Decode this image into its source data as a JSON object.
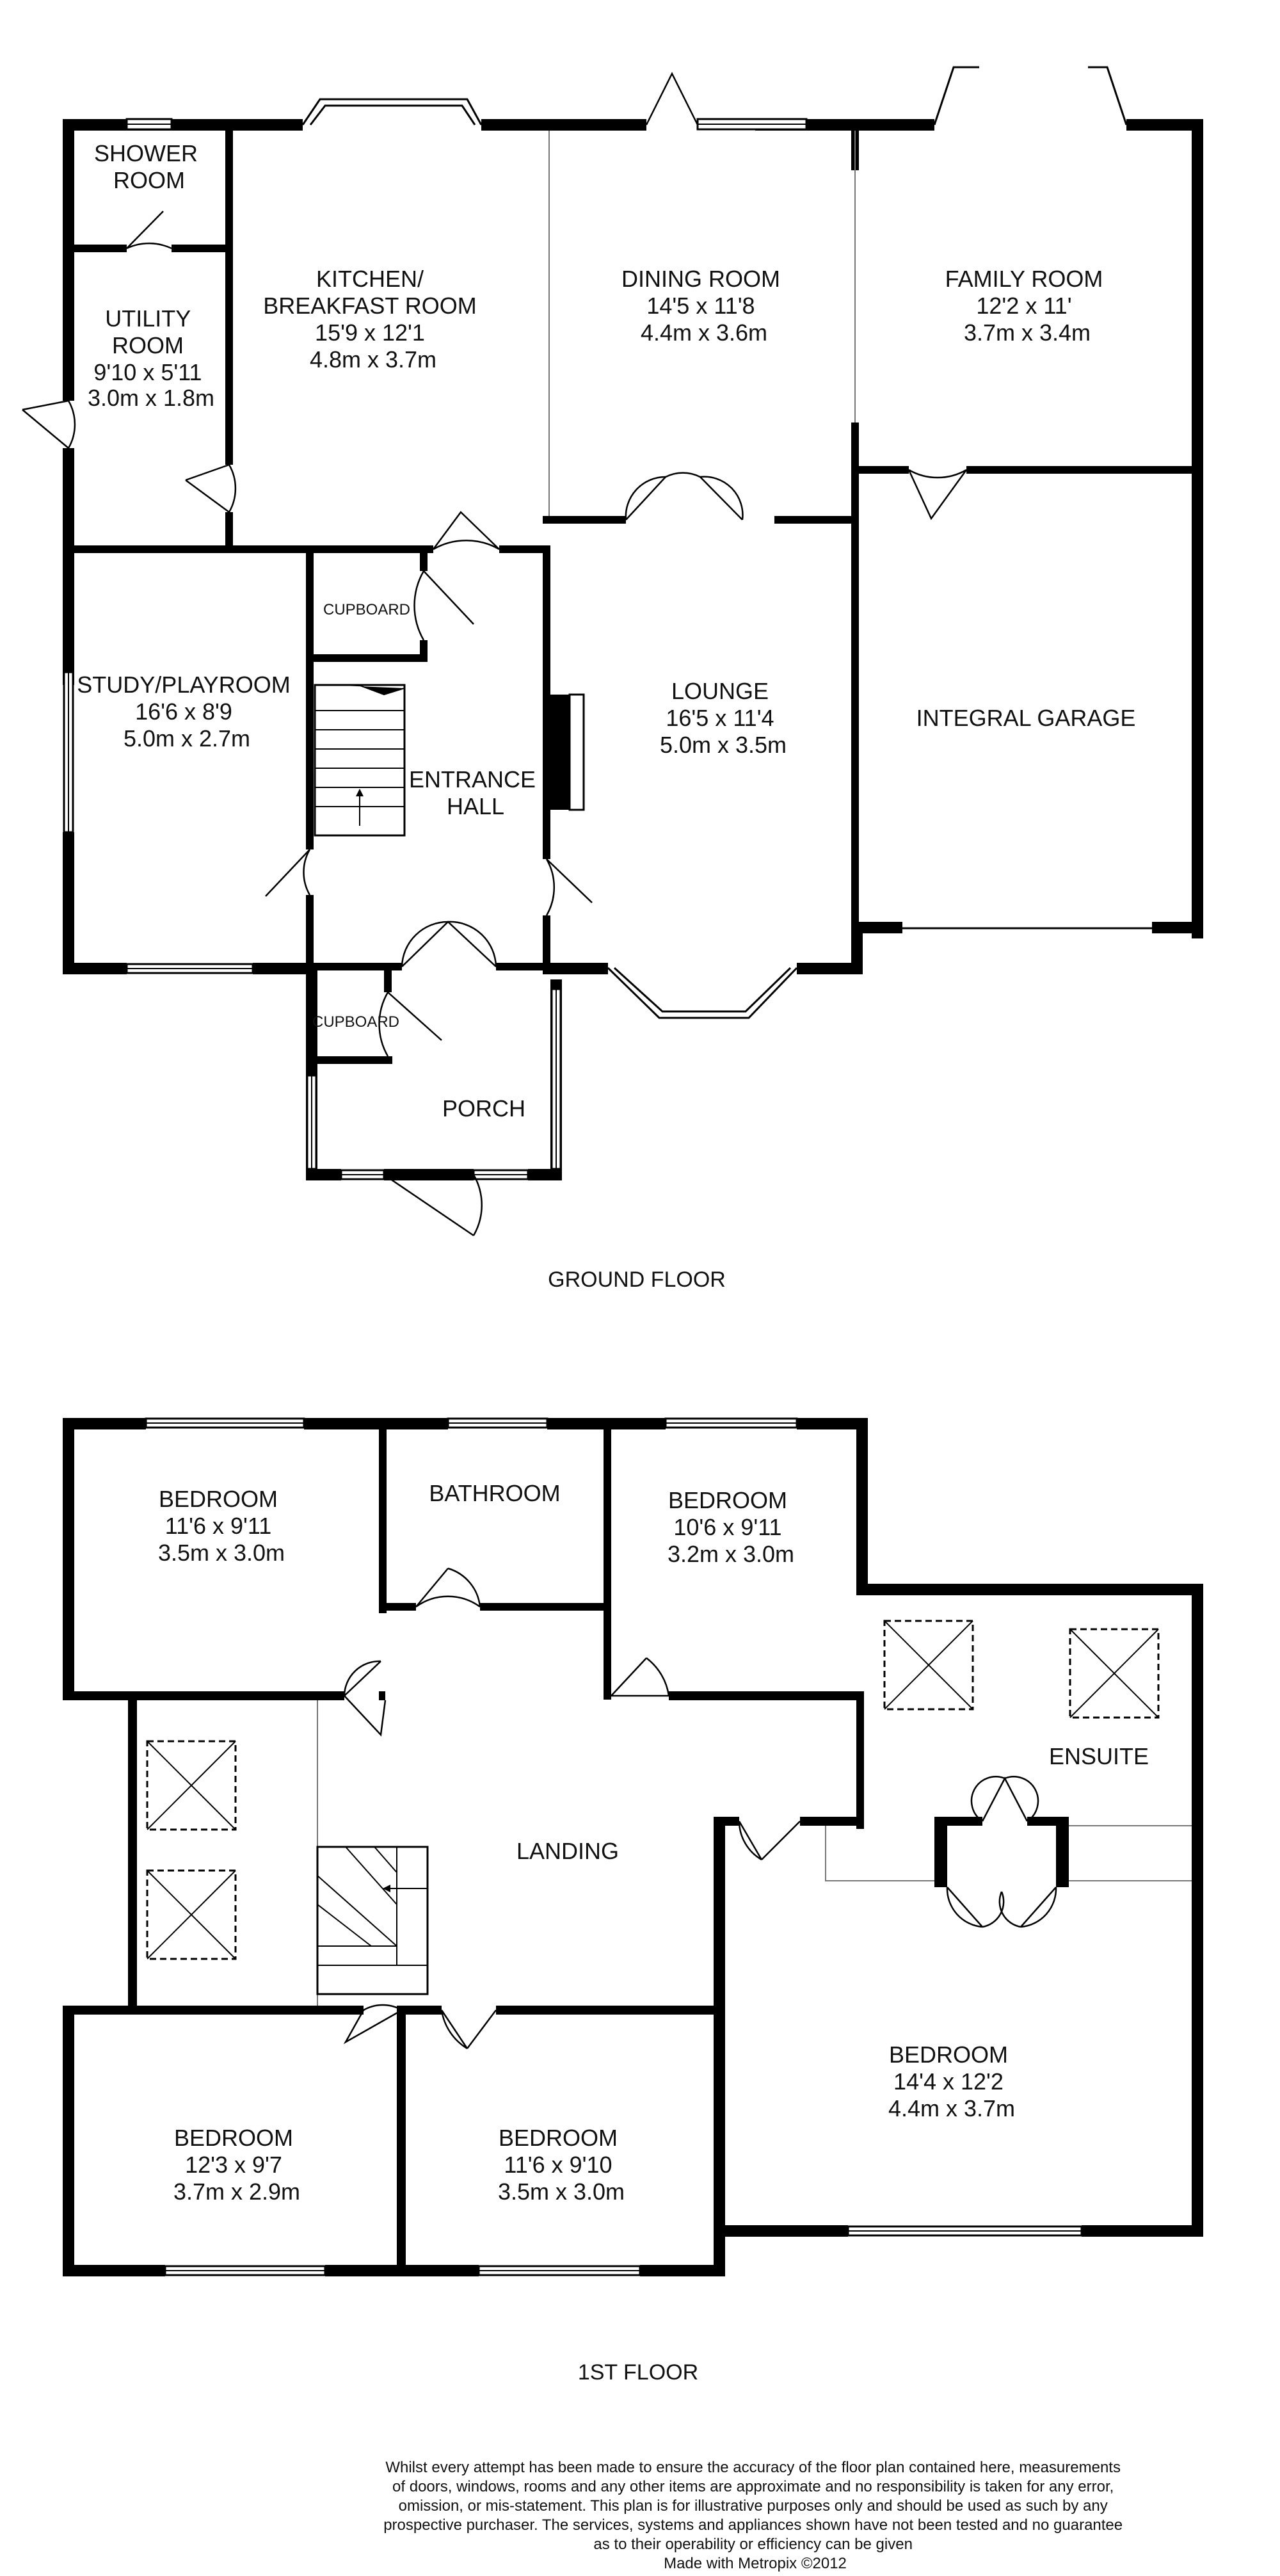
{
  "ground_floor": {
    "title": "GROUND FLOOR",
    "rooms": {
      "shower_room": [
        "SHOWER",
        "ROOM"
      ],
      "utility_room": [
        "UTILITY",
        "ROOM",
        "9'10 x 5'11",
        "3.0m x 1.8m"
      ],
      "kitchen": [
        "KITCHEN/",
        "BREAKFAST ROOM",
        "15'9 x 12'1",
        "4.8m x 3.7m"
      ],
      "dining_room": [
        "DINING ROOM",
        "14'5 x 11'8",
        "4.4m x 3.6m"
      ],
      "family_room": [
        "FAMILY ROOM",
        "12'2 x 11'",
        "3.7m x 3.4m"
      ],
      "study": [
        "STUDY/PLAYROOM",
        "16'6 x 8'9",
        "5.0m x 2.7m"
      ],
      "cupboard_upper": [
        "CUPBOARD"
      ],
      "entrance_hall": [
        "ENTRANCE",
        "HALL"
      ],
      "lounge": [
        "LOUNGE",
        "16'5 x 11'4",
        "5.0m x 3.5m"
      ],
      "garage": [
        "INTEGRAL GARAGE"
      ],
      "cupboard_lower": [
        "CUPBOARD"
      ],
      "porch": [
        "PORCH"
      ]
    }
  },
  "first_floor": {
    "title": "1ST FLOOR",
    "rooms": {
      "bedroom_nw": [
        "BEDROOM",
        "11'6 x 9'11",
        "3.5m x 3.0m"
      ],
      "bathroom": [
        "BATHROOM"
      ],
      "bedroom_ne": [
        "BEDROOM",
        "10'6 x 9'11",
        "3.2m x 3.0m"
      ],
      "ensuite": [
        "ENSUITE"
      ],
      "landing": [
        "LANDING"
      ],
      "bedroom_master": [
        "BEDROOM",
        "14'4 x 12'2",
        "4.4m x 3.7m"
      ],
      "bedroom_sw": [
        "BEDROOM",
        "12'3 x 9'7",
        "3.7m x 2.9m"
      ],
      "bedroom_s": [
        "BEDROOM",
        "11'6 x 9'10",
        "3.5m x 3.0m"
      ]
    }
  },
  "disclaimer": [
    "Whilst every attempt has been made to ensure the accuracy of the floor plan contained here, measurements",
    "of doors, windows, rooms and any other items are approximate and no responsibility is taken for any error,",
    "omission, or mis-statement. This plan is for illustrative purposes only and should be used as such by any",
    "prospective purchaser. The services, systems and appliances shown have not been tested and no guarantee",
    "as to their operability or efficiency can be given",
    "Made with Metropix ©2012"
  ]
}
